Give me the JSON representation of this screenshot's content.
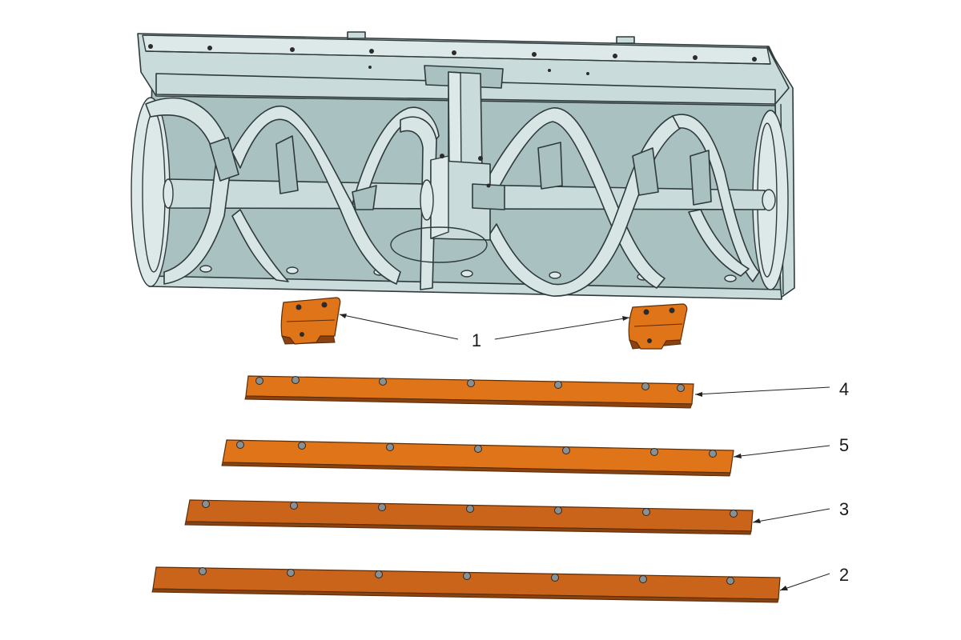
{
  "diagram": {
    "callouts": [
      {
        "id": "callout-1",
        "label": "1",
        "part": "skid-shoe"
      },
      {
        "id": "callout-4",
        "label": "4",
        "part": "scraper-bar-4"
      },
      {
        "id": "callout-5",
        "label": "5",
        "part": "scraper-bar-5"
      },
      {
        "id": "callout-3",
        "label": "3",
        "part": "scraper-bar-3"
      },
      {
        "id": "callout-2",
        "label": "2",
        "part": "scraper-bar-2"
      }
    ],
    "colors": {
      "housing": "#c9dcdb",
      "wear_parts": "#e07418",
      "outline": "#2f3a3c"
    }
  }
}
